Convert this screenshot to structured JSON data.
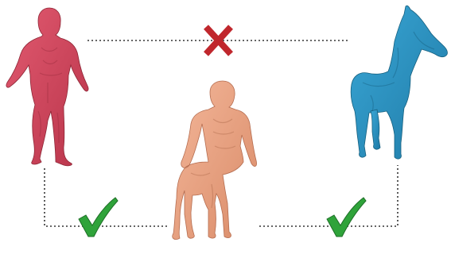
{
  "figure": {
    "background": "#ffffff",
    "shapes": {
      "human": {
        "name": "human",
        "color": "#d6465e",
        "stroke": "#8e2636"
      },
      "centaur": {
        "name": "centaur",
        "color": "#eca382",
        "stroke": "#b56d50"
      },
      "horse": {
        "name": "horse",
        "color": "#2c95c6",
        "stroke": "#17607f"
      }
    },
    "links": [
      {
        "from": "human",
        "to": "horse",
        "status": "mismatch",
        "symbol": "cross-icon",
        "color": "#c0272d"
      },
      {
        "from": "human",
        "to": "centaur",
        "status": "match",
        "symbol": "check-icon",
        "color": "#2fa33a"
      },
      {
        "from": "centaur",
        "to": "horse",
        "status": "match",
        "symbol": "check-icon",
        "color": "#2fa33a"
      }
    ],
    "connector_style": "dotted",
    "connector_color": "#333333"
  }
}
